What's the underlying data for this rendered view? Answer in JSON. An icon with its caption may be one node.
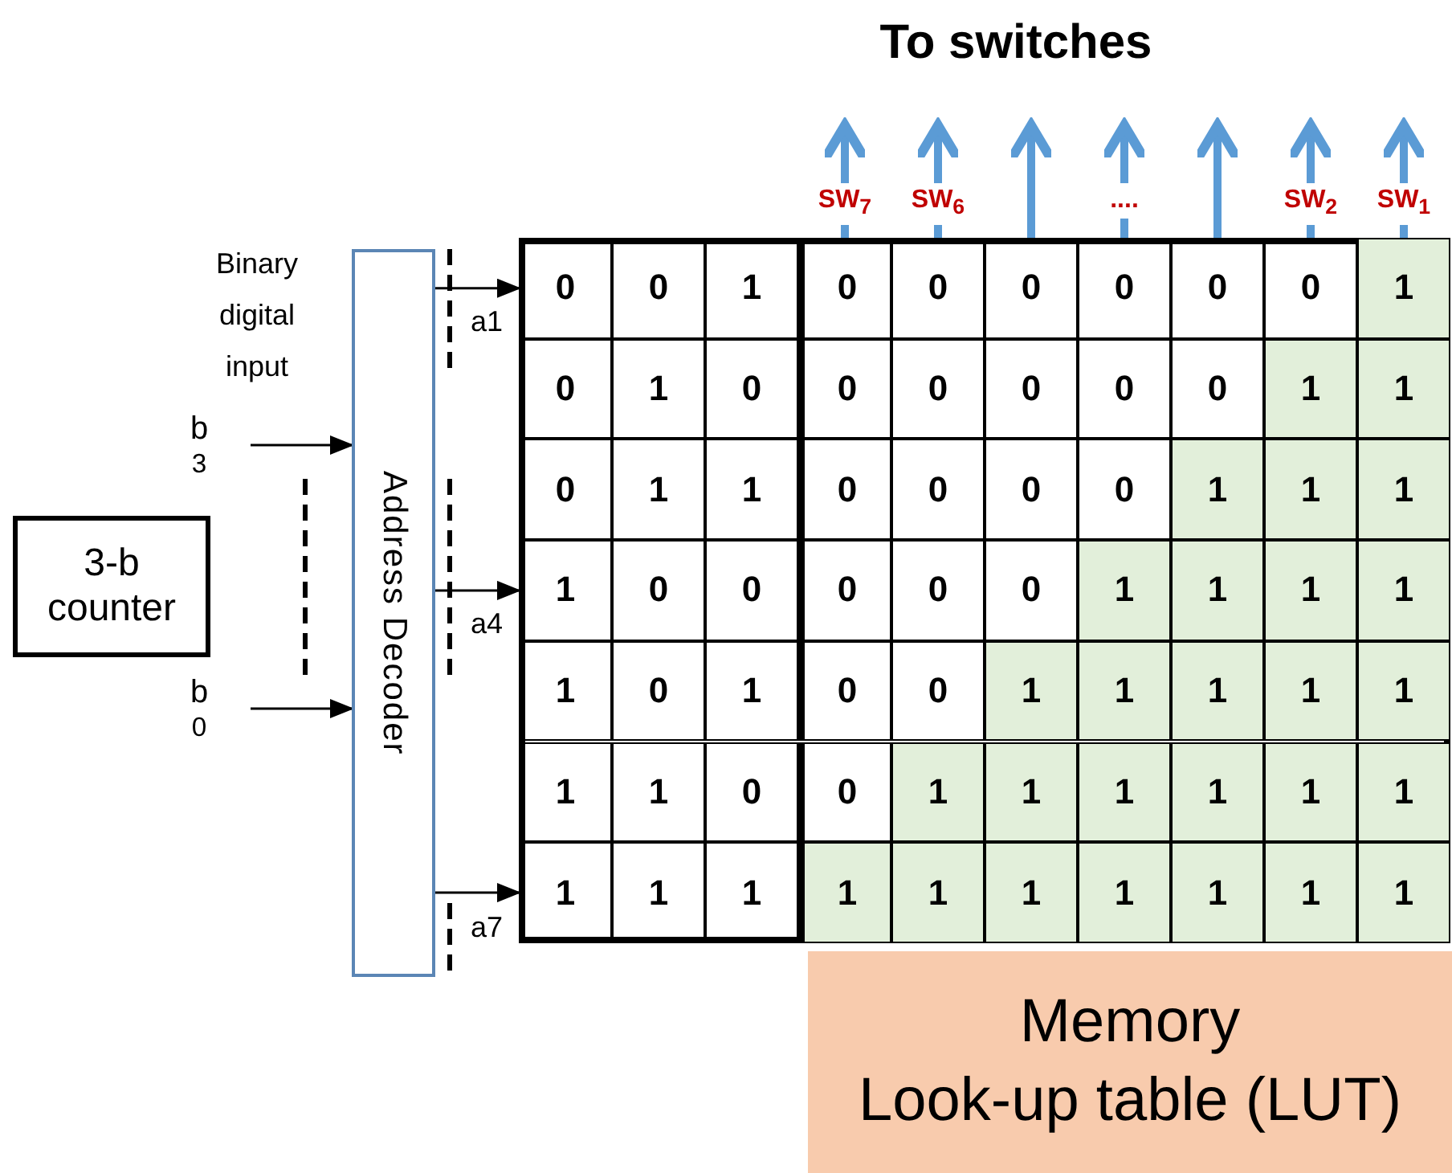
{
  "diagram": {
    "title": "To switches",
    "nodes": [
      {
        "text": [
          "3-b counter"
        ]
      },
      {
        "text": [
          "b$_{3}$"
        ]
      },
      {
        "text": [
          "b$_{0}$"
        ]
      },
      {
        "text": [
          "Address Decoder"
        ]
      },
      {
        "text": [],
        "shape": "box"
      },
      {
        "text": [
          "0",
          "0",
          "1",
          "0",
          "0",
          "0",
          "0",
          "0",
          "0",
          "1"
        ],
        "in": 4
      },
      {
        "text": [
          "0",
          "1",
          "0",
          "0",
          "0",
          "0",
          "0",
          "0",
          "1",
          "1"
        ],
        "in": 4
      },
      {
        "text": [
          "0",
          "1",
          "1",
          "0",
          "0",
          "0",
          "0",
          "1",
          "1",
          "1"
        ],
        "in": 4
      },
      {
        "text": [
          "1",
          "0",
          "0",
          "0",
          "0",
          "0",
          "1",
          "1",
          "1",
          "1"
        ],
        "in": 4
      },
      {
        "text": [
          "1",
          "0",
          "1",
          "0",
          "0",
          "1",
          "1",
          "1",
          "1",
          "1"
        ],
        "in": 4
      },
      {
        "text": [
          "1",
          "1",
          "0",
          "0",
          "1",
          "1",
          "1",
          "1",
          "1",
          "1"
        ],
        "in": 4
      },
      {
        "text": [
          "1",
          "1",
          "1",
          "1",
          "1",
          "1",
          "1",
          "1",
          "1",
          "1"
        ],
        "in": 4
      },
      {
        "text": [
          "Memory",
          "Look-up table (LUT)"
        ]
      }
    ],
    "edges": [
      {
        "from": 1,
        "to": 3,
        "arrow": "to",
        "color": "#000000"
      },
      {
        "from": 2,
        "to": 3,
        "arrow": "to",
        "color": "#000000"
      },
      {
        "from": 3,
        "to": 5,
        "arrow": "to",
        "label": "a1",
        "color": "#000000"
      },
      {
        "from": 3,
        "to": 8,
        "arrow": "to",
        "label": "a4",
        "color": "#000000"
      },
      {
        "from": 3,
        "to": 11,
        "arrow": "to",
        "label": "a7",
        "color": "#000000"
      },
      {
        "from": 5,
        "to": null,
        "arrow": "to",
        "label": "SW$_{7}$",
        "color": "#5b9bd5"
      },
      {
        "from": 5,
        "to": null,
        "arrow": "to",
        "label": "SW$_{6}$",
        "color": "#5b9bd5"
      },
      {
        "from": 5,
        "to": null,
        "arrow": "to",
        "color": "#5b9bd5"
      },
      {
        "from": 5,
        "to": null,
        "arrow": "to",
        "label": "....",
        "color": "#5b9bd5"
      },
      {
        "from": 5,
        "to": null,
        "arrow": "to",
        "color": "#5b9bd5"
      },
      {
        "from": 5,
        "to": null,
        "arrow": "to",
        "label": "SW$_{2}$",
        "color": "#5b9bd5"
      },
      {
        "from": 5,
        "to": null,
        "arrow": "to",
        "label": "SW$_{1}$",
        "color": "#5b9bd5"
      }
    ],
    "labels": [
      "Binary digital input"
    ]
  }
}
